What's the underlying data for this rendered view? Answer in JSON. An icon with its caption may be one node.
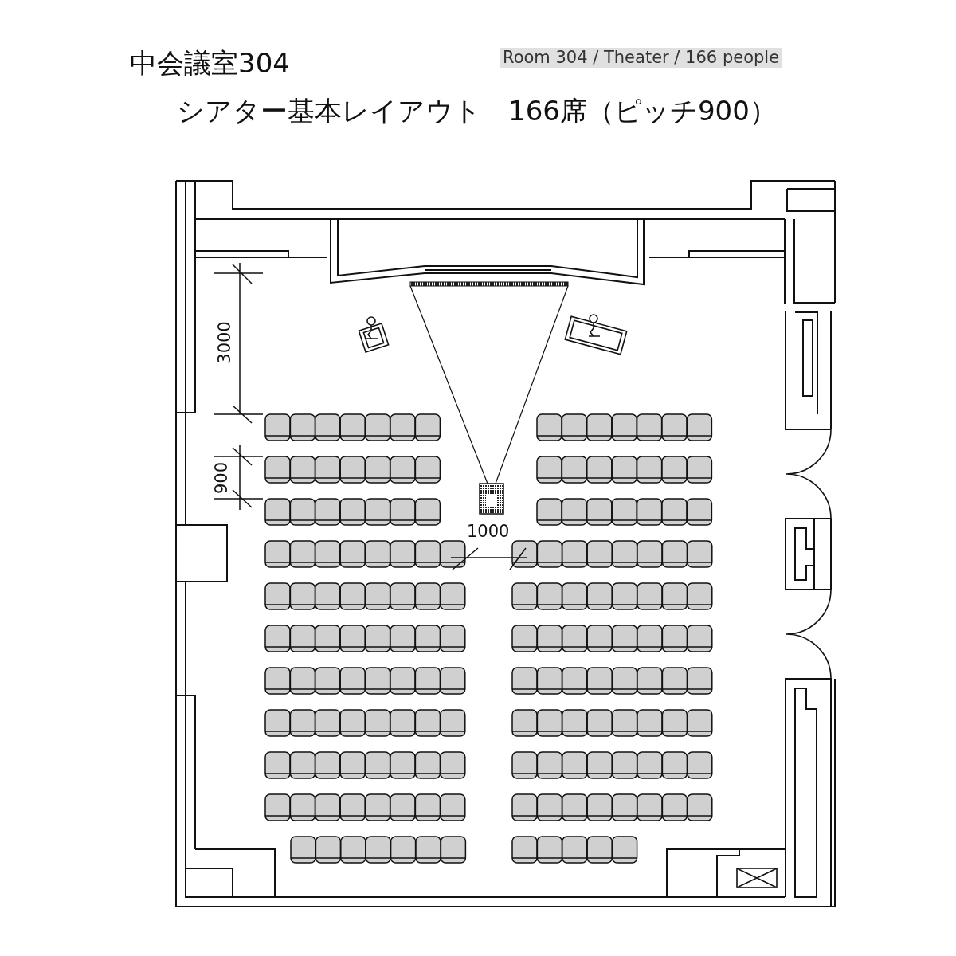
{
  "diagram": {
    "title": "中会議室304",
    "labels": [
      "Room 304 / Theater / 166 people",
      "シアター基本レイアウト　166席（ピッチ900）",
      "3000",
      "900",
      "1000"
    ]
  }
}
